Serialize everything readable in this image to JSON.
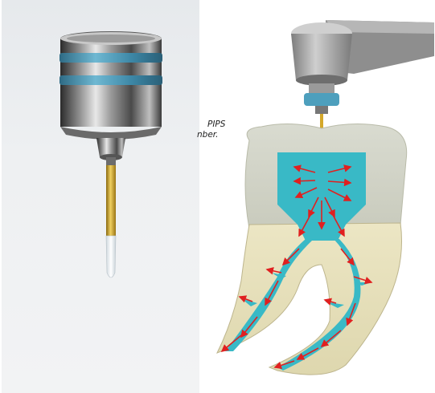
{
  "captions": {
    "line1": "PIPS",
    "line2": "nber."
  },
  "colors": {
    "pulp_fluid": "#39b9c6",
    "arrows": "#e02020",
    "band": "#4a97b3",
    "fiber": "#d4a82a"
  },
  "icon_names": [
    "pips-tip",
    "handpiece",
    "tooth-cross-section",
    "flow-arrows"
  ]
}
